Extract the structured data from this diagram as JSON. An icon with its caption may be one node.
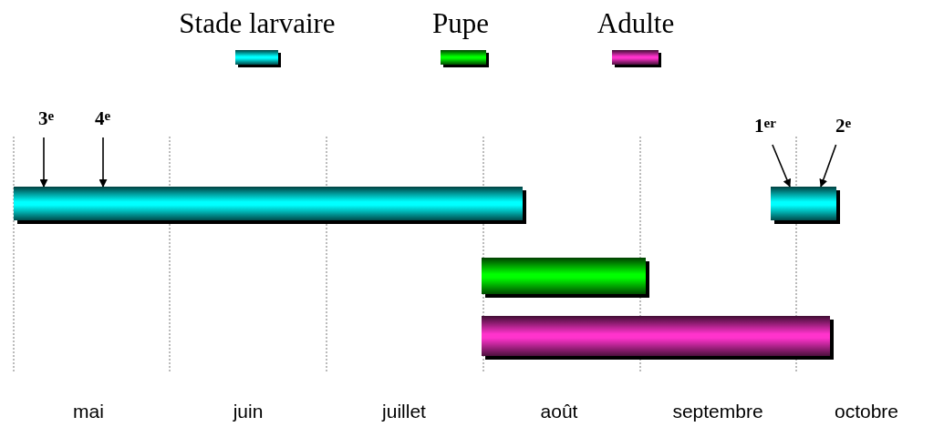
{
  "diagram": {
    "nodes": [
      {
        "text": [
          "3$^{e}$"
        ]
      },
      {
        "text": [
          "4$^{e}$"
        ]
      },
      {
        "text": [
          "1$^{er}$"
        ]
      },
      {
        "text": [
          "2$^{e}$"
        ]
      },
      {
        "text": [],
        "shape": "bar"
      },
      {
        "text": [],
        "shape": "bar"
      },
      {
        "text": [],
        "shape": "bar"
      },
      {
        "text": [],
        "shape": "bar"
      }
    ],
    "edges": [
      {
        "from": 0,
        "to": 4,
        "arrow": "to"
      },
      {
        "from": 1,
        "to": 4,
        "arrow": "to"
      },
      {
        "from": 2,
        "to": 5,
        "arrow": "to"
      },
      {
        "from": 3,
        "to": 5,
        "arrow": "to"
      }
    ],
    "labels": [
      "mai",
      "juin",
      "juillet",
      "août",
      "septembre",
      "octobre"
    ],
    "legend": [
      {
        "text": "Stade larvaire",
        "color": "#00ffff"
      },
      {
        "text": "Pupe",
        "color": "#00ff00"
      },
      {
        "text": "Adulte",
        "color": "#ff33cc"
      }
    ]
  }
}
